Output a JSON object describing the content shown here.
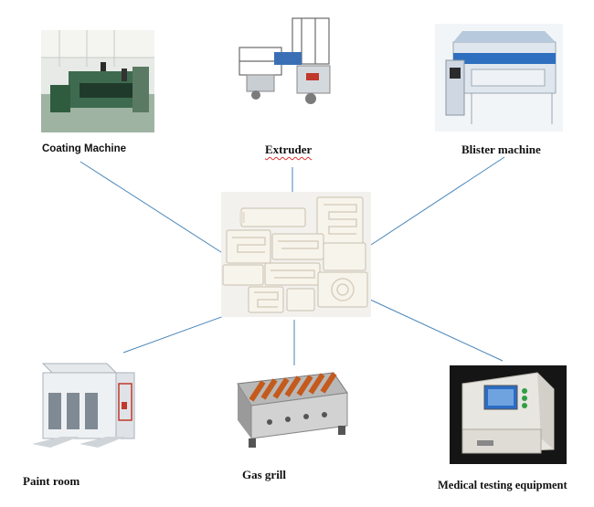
{
  "center": {
    "name": "ceramic-heaters"
  },
  "applications": [
    {
      "id": "coating",
      "label": "Coating Machine"
    },
    {
      "id": "extruder",
      "label": "Extruder"
    },
    {
      "id": "blister",
      "label": "Blister machine"
    },
    {
      "id": "paint",
      "label": "Paint room"
    },
    {
      "id": "grill",
      "label": "Gas grill"
    },
    {
      "id": "medical",
      "label": "Medical testing equipment"
    }
  ],
  "colors": {
    "connector": "#3f7fb3",
    "spellcheck": "#d33333"
  }
}
